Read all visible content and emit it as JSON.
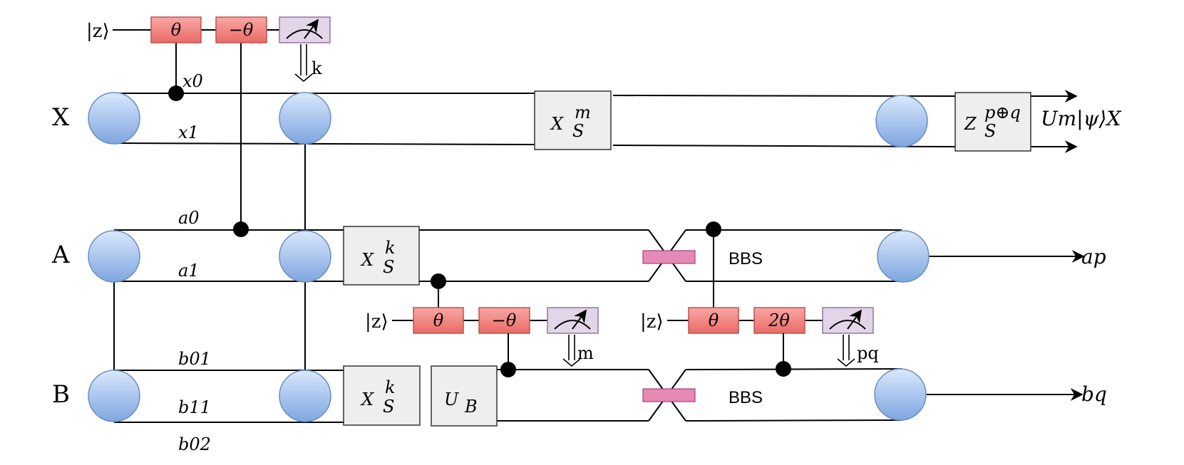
{
  "registers": {
    "x": "X",
    "a": "A",
    "b": "B"
  },
  "ket": "|z⟩",
  "wire_labels": {
    "x0": "x0",
    "x1": "x1",
    "a0": "a0",
    "a1": "a1",
    "b0_1": "b01",
    "b1_1": "b11",
    "b0_2": "b02"
  },
  "gates": {
    "theta": "θ",
    "minus_theta": "−θ",
    "two_theta": "2θ",
    "xs_m_base": "X",
    "xs_m_sup": "m",
    "xs_m_sub": "S",
    "xs_k_base": "X",
    "xs_k_sup": "k",
    "xs_k_sub": "S",
    "zs_base": "Z",
    "zs_sup": "p⊕q",
    "zs_sub": "S",
    "ub_base": "U",
    "ub_sub": "B",
    "bbs": "BBS"
  },
  "measurement_outcomes": {
    "k": "k",
    "m": "m",
    "pq": "pq"
  },
  "outputs": {
    "x_out": "Um|ψ⟩X",
    "a_out": "ap",
    "b_out": "bq"
  },
  "colors": {
    "node_fill_top": "#dae8fc",
    "node_fill_bottom": "#7ea6e0",
    "node_stroke": "#6c8ebf",
    "gate_red_fill": "#ea6b66",
    "gate_red_stroke": "#b85450",
    "meas_fill": "#e1d5e7",
    "meas_stroke": "#9673a6",
    "grey_gate_fill": "#eeeeee",
    "bbs_fill": "#e589b5"
  }
}
